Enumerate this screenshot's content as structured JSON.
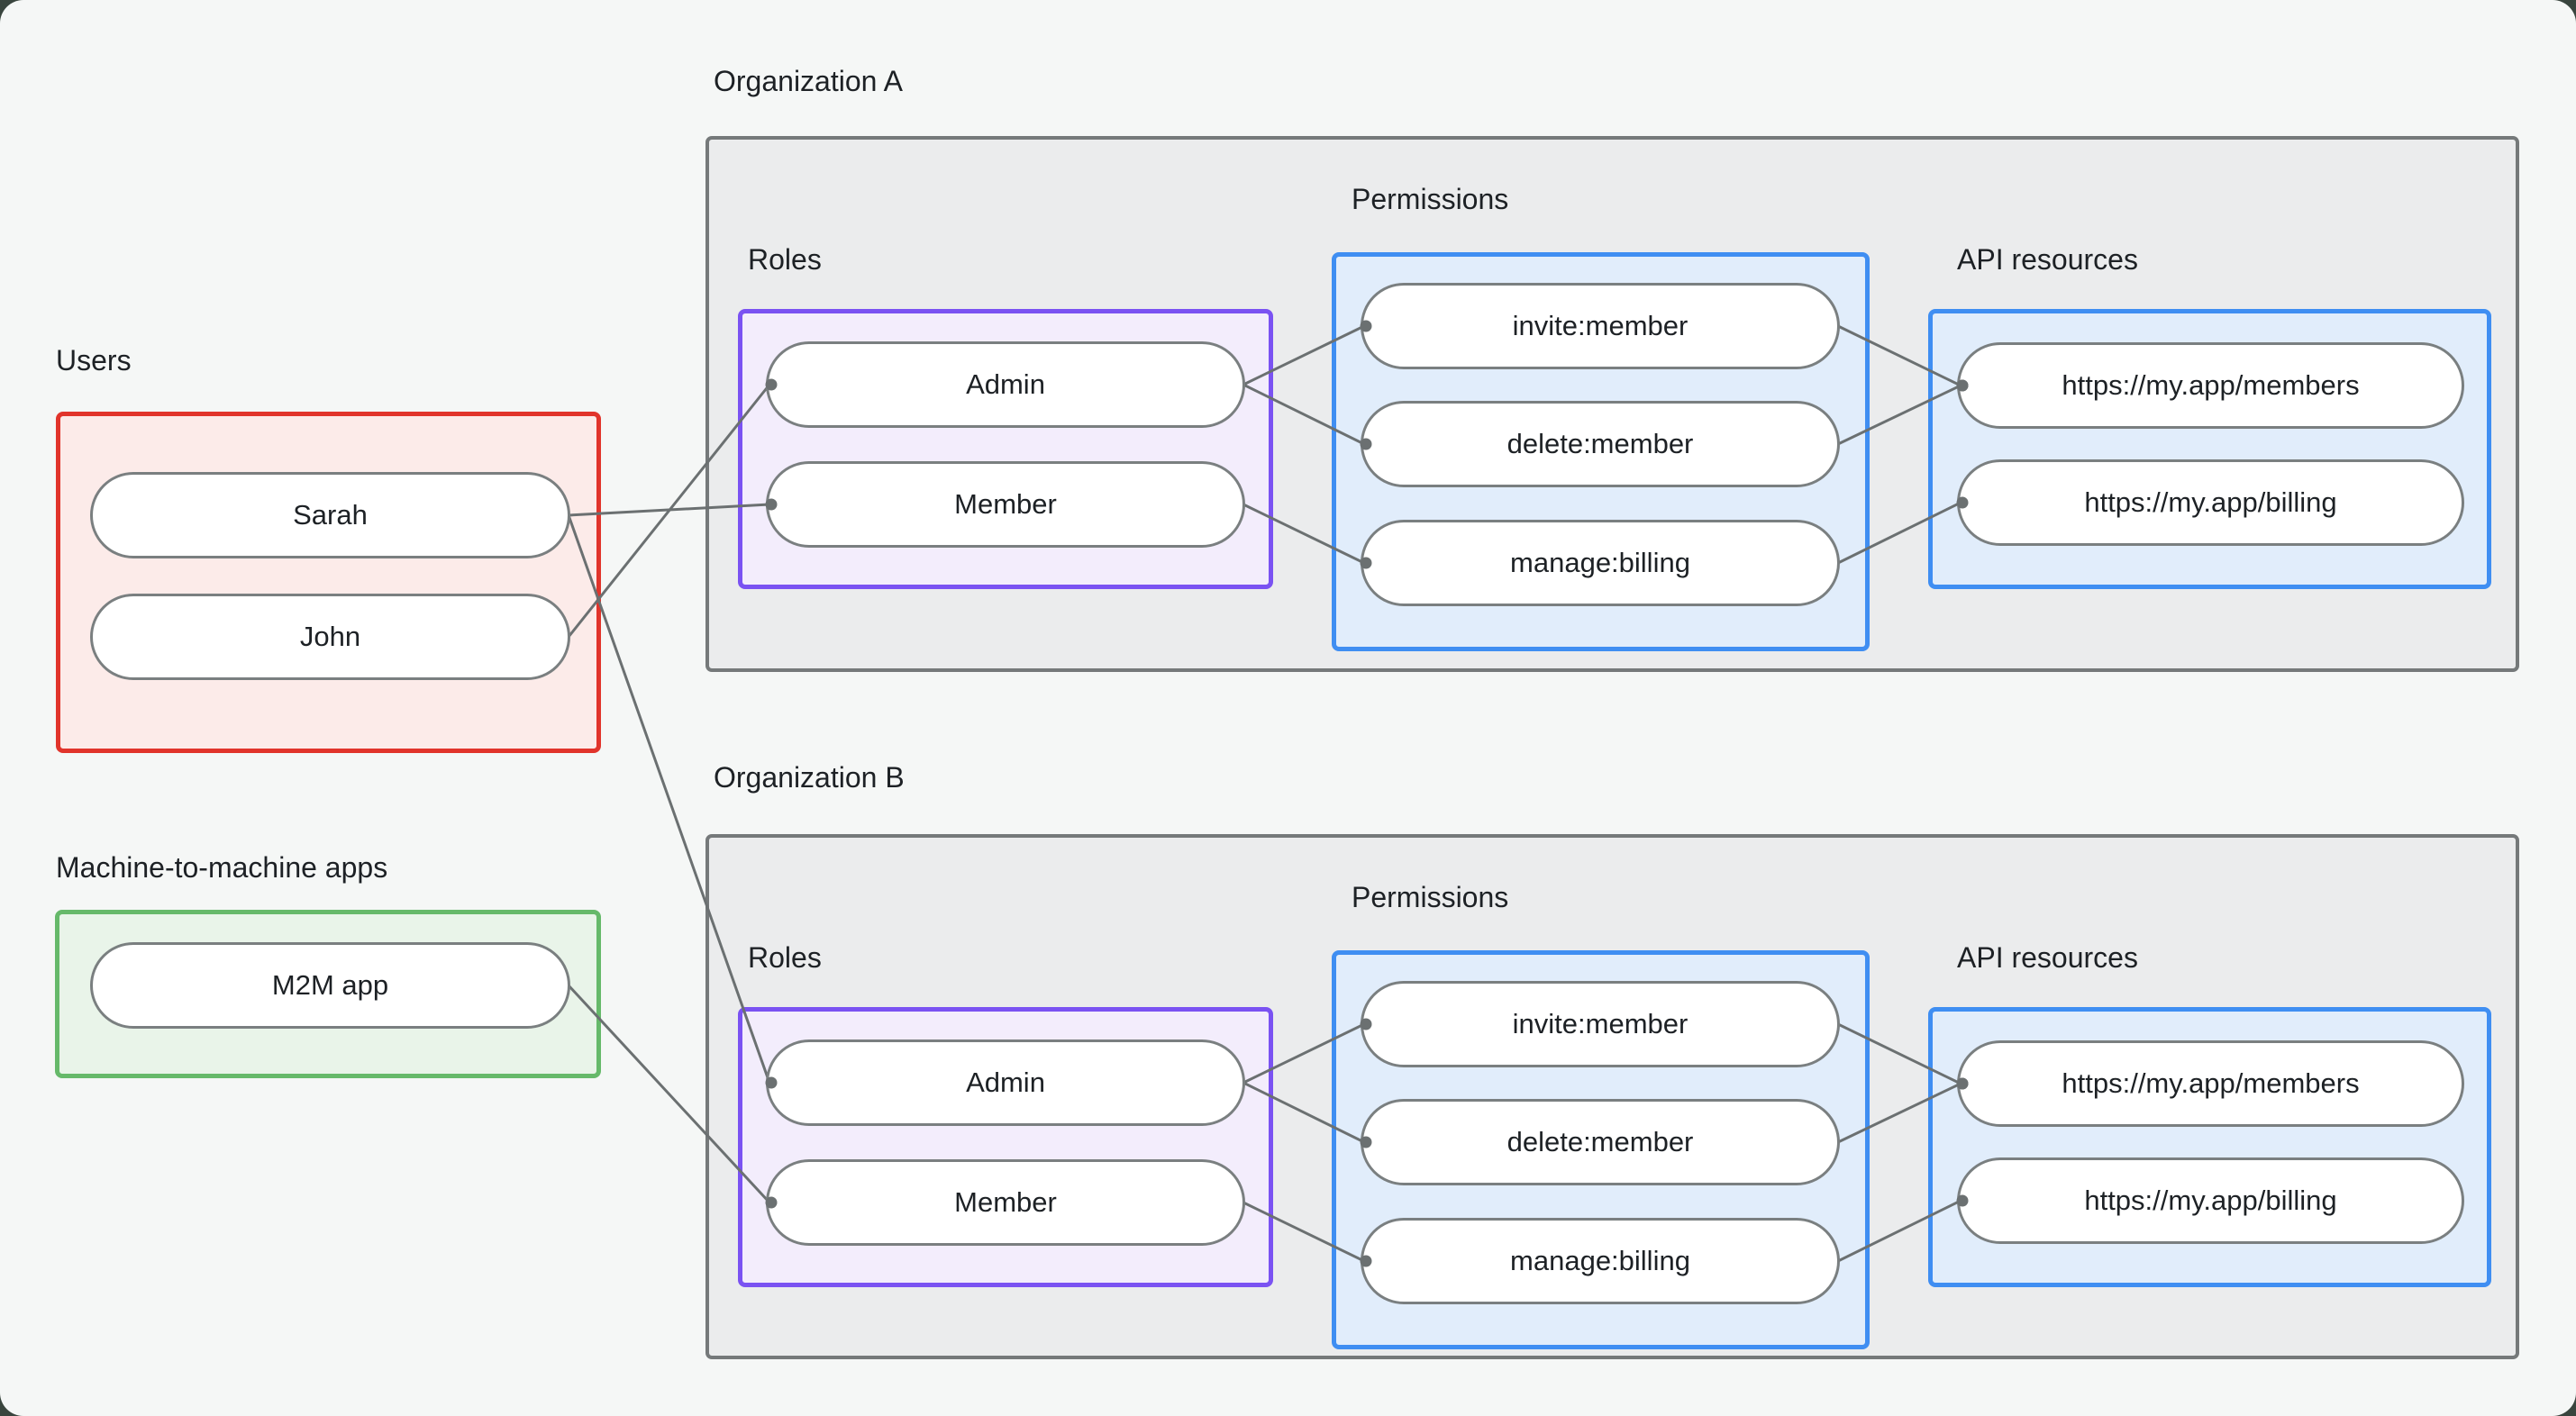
{
  "groups": {
    "users": {
      "label": "Users"
    },
    "m2m": {
      "label": "Machine-to-machine apps"
    },
    "org_a": {
      "label": "Organization A",
      "roles_label": "Roles",
      "permissions_label": "Permissions",
      "api_label": "API resources"
    },
    "org_b": {
      "label": "Organization B",
      "roles_label": "Roles",
      "permissions_label": "Permissions",
      "api_label": "API resources"
    }
  },
  "nodes": {
    "sarah": {
      "label": "Sarah"
    },
    "john": {
      "label": "John"
    },
    "m2m_app": {
      "label": "M2M app"
    },
    "admin_a": {
      "label": "Admin"
    },
    "member_a": {
      "label": "Member"
    },
    "invite_a": {
      "label": "invite:member"
    },
    "delete_a": {
      "label": "delete:member"
    },
    "manage_a": {
      "label": "manage:billing"
    },
    "members_a": {
      "label": "https://my.app/members"
    },
    "billing_a": {
      "label": "https://my.app/billing"
    },
    "admin_b": {
      "label": "Admin"
    },
    "member_b": {
      "label": "Member"
    },
    "invite_b": {
      "label": "invite:member"
    },
    "delete_b": {
      "label": "delete:member"
    },
    "manage_b": {
      "label": "manage:billing"
    },
    "members_b": {
      "label": "https://my.app/members"
    },
    "billing_b": {
      "label": "https://my.app/billing"
    }
  },
  "edges": [
    {
      "from": "john",
      "to": "admin_a"
    },
    {
      "from": "sarah",
      "to": "member_a"
    },
    {
      "from": "sarah",
      "to": "admin_b"
    },
    {
      "from": "m2m_app",
      "to": "member_b"
    },
    {
      "from": "admin_a",
      "to": "invite_a"
    },
    {
      "from": "admin_a",
      "to": "delete_a"
    },
    {
      "from": "member_a",
      "to": "manage_a"
    },
    {
      "from": "invite_a",
      "to": "members_a"
    },
    {
      "from": "delete_a",
      "to": "members_a"
    },
    {
      "from": "manage_a",
      "to": "billing_a"
    },
    {
      "from": "admin_b",
      "to": "invite_b"
    },
    {
      "from": "admin_b",
      "to": "delete_b"
    },
    {
      "from": "member_b",
      "to": "manage_b"
    },
    {
      "from": "invite_b",
      "to": "members_b"
    },
    {
      "from": "delete_b",
      "to": "members_b"
    },
    {
      "from": "manage_b",
      "to": "billing_b"
    }
  ],
  "colors": {
    "page-bg": "#f5f7f6",
    "backdrop": "#39453e",
    "text": "#1d2125",
    "org-fill": "#ebeced",
    "org-border": "#75797a",
    "users-fill": "#fcebe9",
    "users-border": "#e1342b",
    "m2m-fill": "#e9f4e9",
    "m2m-border": "#66b96a",
    "roles-fill": "#f3edfc",
    "roles-border": "#7a52f2",
    "blue-fill": "#e1edfb",
    "blue-border": "#3f8ef2",
    "pill-fill": "#ffffff",
    "pill-border": "#7a7f80",
    "connector": "#6b7071"
  }
}
